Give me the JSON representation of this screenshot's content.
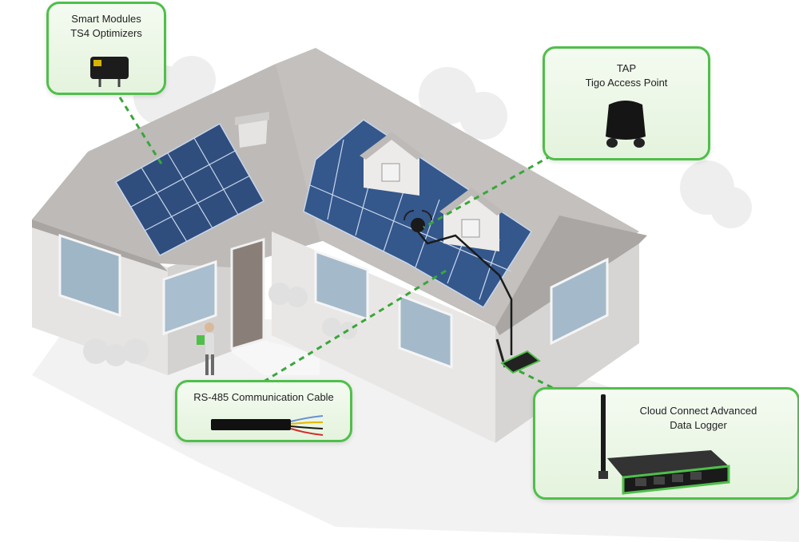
{
  "callouts": {
    "optimizers": {
      "line1": "Smart Modules",
      "line2": "TS4 Optimizers",
      "icon": "optimizer-box-icon"
    },
    "tap": {
      "line1": "TAP",
      "line2": "Tigo Access Point",
      "icon": "access-point-icon"
    },
    "cable": {
      "line1": "RS-485 Communication Cable",
      "icon": "cable-icon"
    },
    "logger": {
      "line1": "Cloud Connect Advanced",
      "line2": "Data Logger",
      "icon": "data-logger-icon"
    }
  },
  "colors": {
    "accent": "#4fbf4a",
    "connector": "#3aa63a",
    "panel": "#2c4a78",
    "house": "#e3e1df",
    "roof": "#b9b6b4"
  }
}
